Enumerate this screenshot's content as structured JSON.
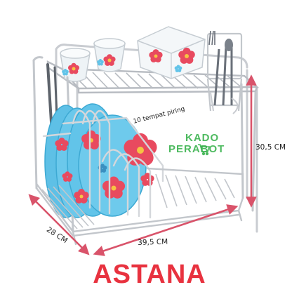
{
  "dimensions": {
    "height": "30,5 CM",
    "width": "39,5 CM",
    "depth": "28 CM",
    "slots": "10 tempat piring"
  },
  "brand": "ASTANA",
  "watermark": {
    "line1": "KADO",
    "line2": "PERABOT"
  },
  "colors": {
    "brand": "#e8323f",
    "arrows": "#d9536a",
    "watermark": "#2fae44",
    "plates": "#62c4e9",
    "flowers": "#e84a5f"
  }
}
